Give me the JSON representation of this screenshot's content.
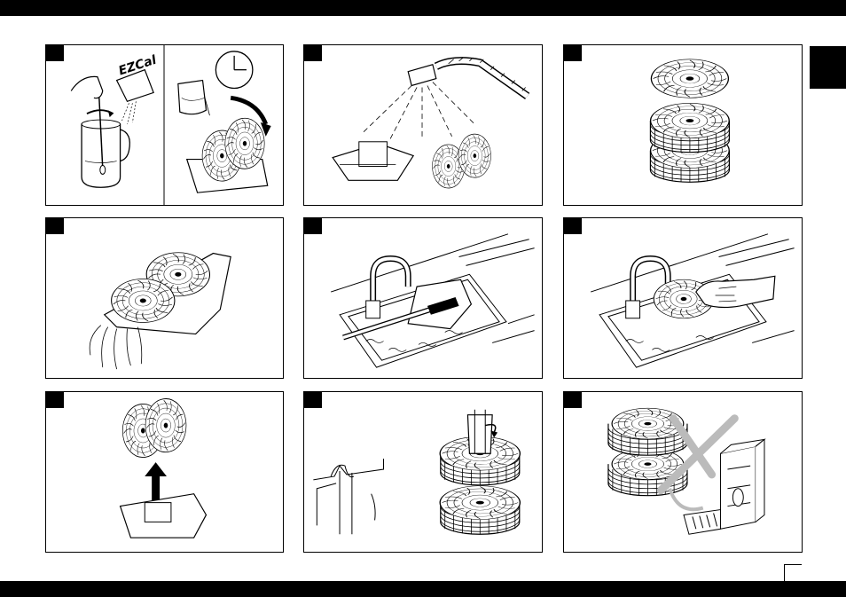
{
  "product_logo_text": "EZCal",
  "icons": [
    "stir-icon",
    "clock-icon",
    "rotate-arrow-icon",
    "shower-icon",
    "faucet-icon",
    "hand-icon",
    "up-arrow-icon",
    "cross-icon",
    "dishwasher-icon"
  ],
  "colors": {
    "ink": "#000000",
    "paper": "#ffffff",
    "cross": "#bbbbbb"
  },
  "steps": [
    {
      "id": "descale-solution"
    },
    {
      "id": "rinse-under-shower"
    },
    {
      "id": "disc-stack"
    },
    {
      "id": "drain-tray"
    },
    {
      "id": "brush-tray-in-sink"
    },
    {
      "id": "wipe-disc-in-sink"
    },
    {
      "id": "lift-discs-from-tray"
    },
    {
      "id": "reassemble-disc-stack"
    },
    {
      "id": "no-dishwasher"
    }
  ]
}
